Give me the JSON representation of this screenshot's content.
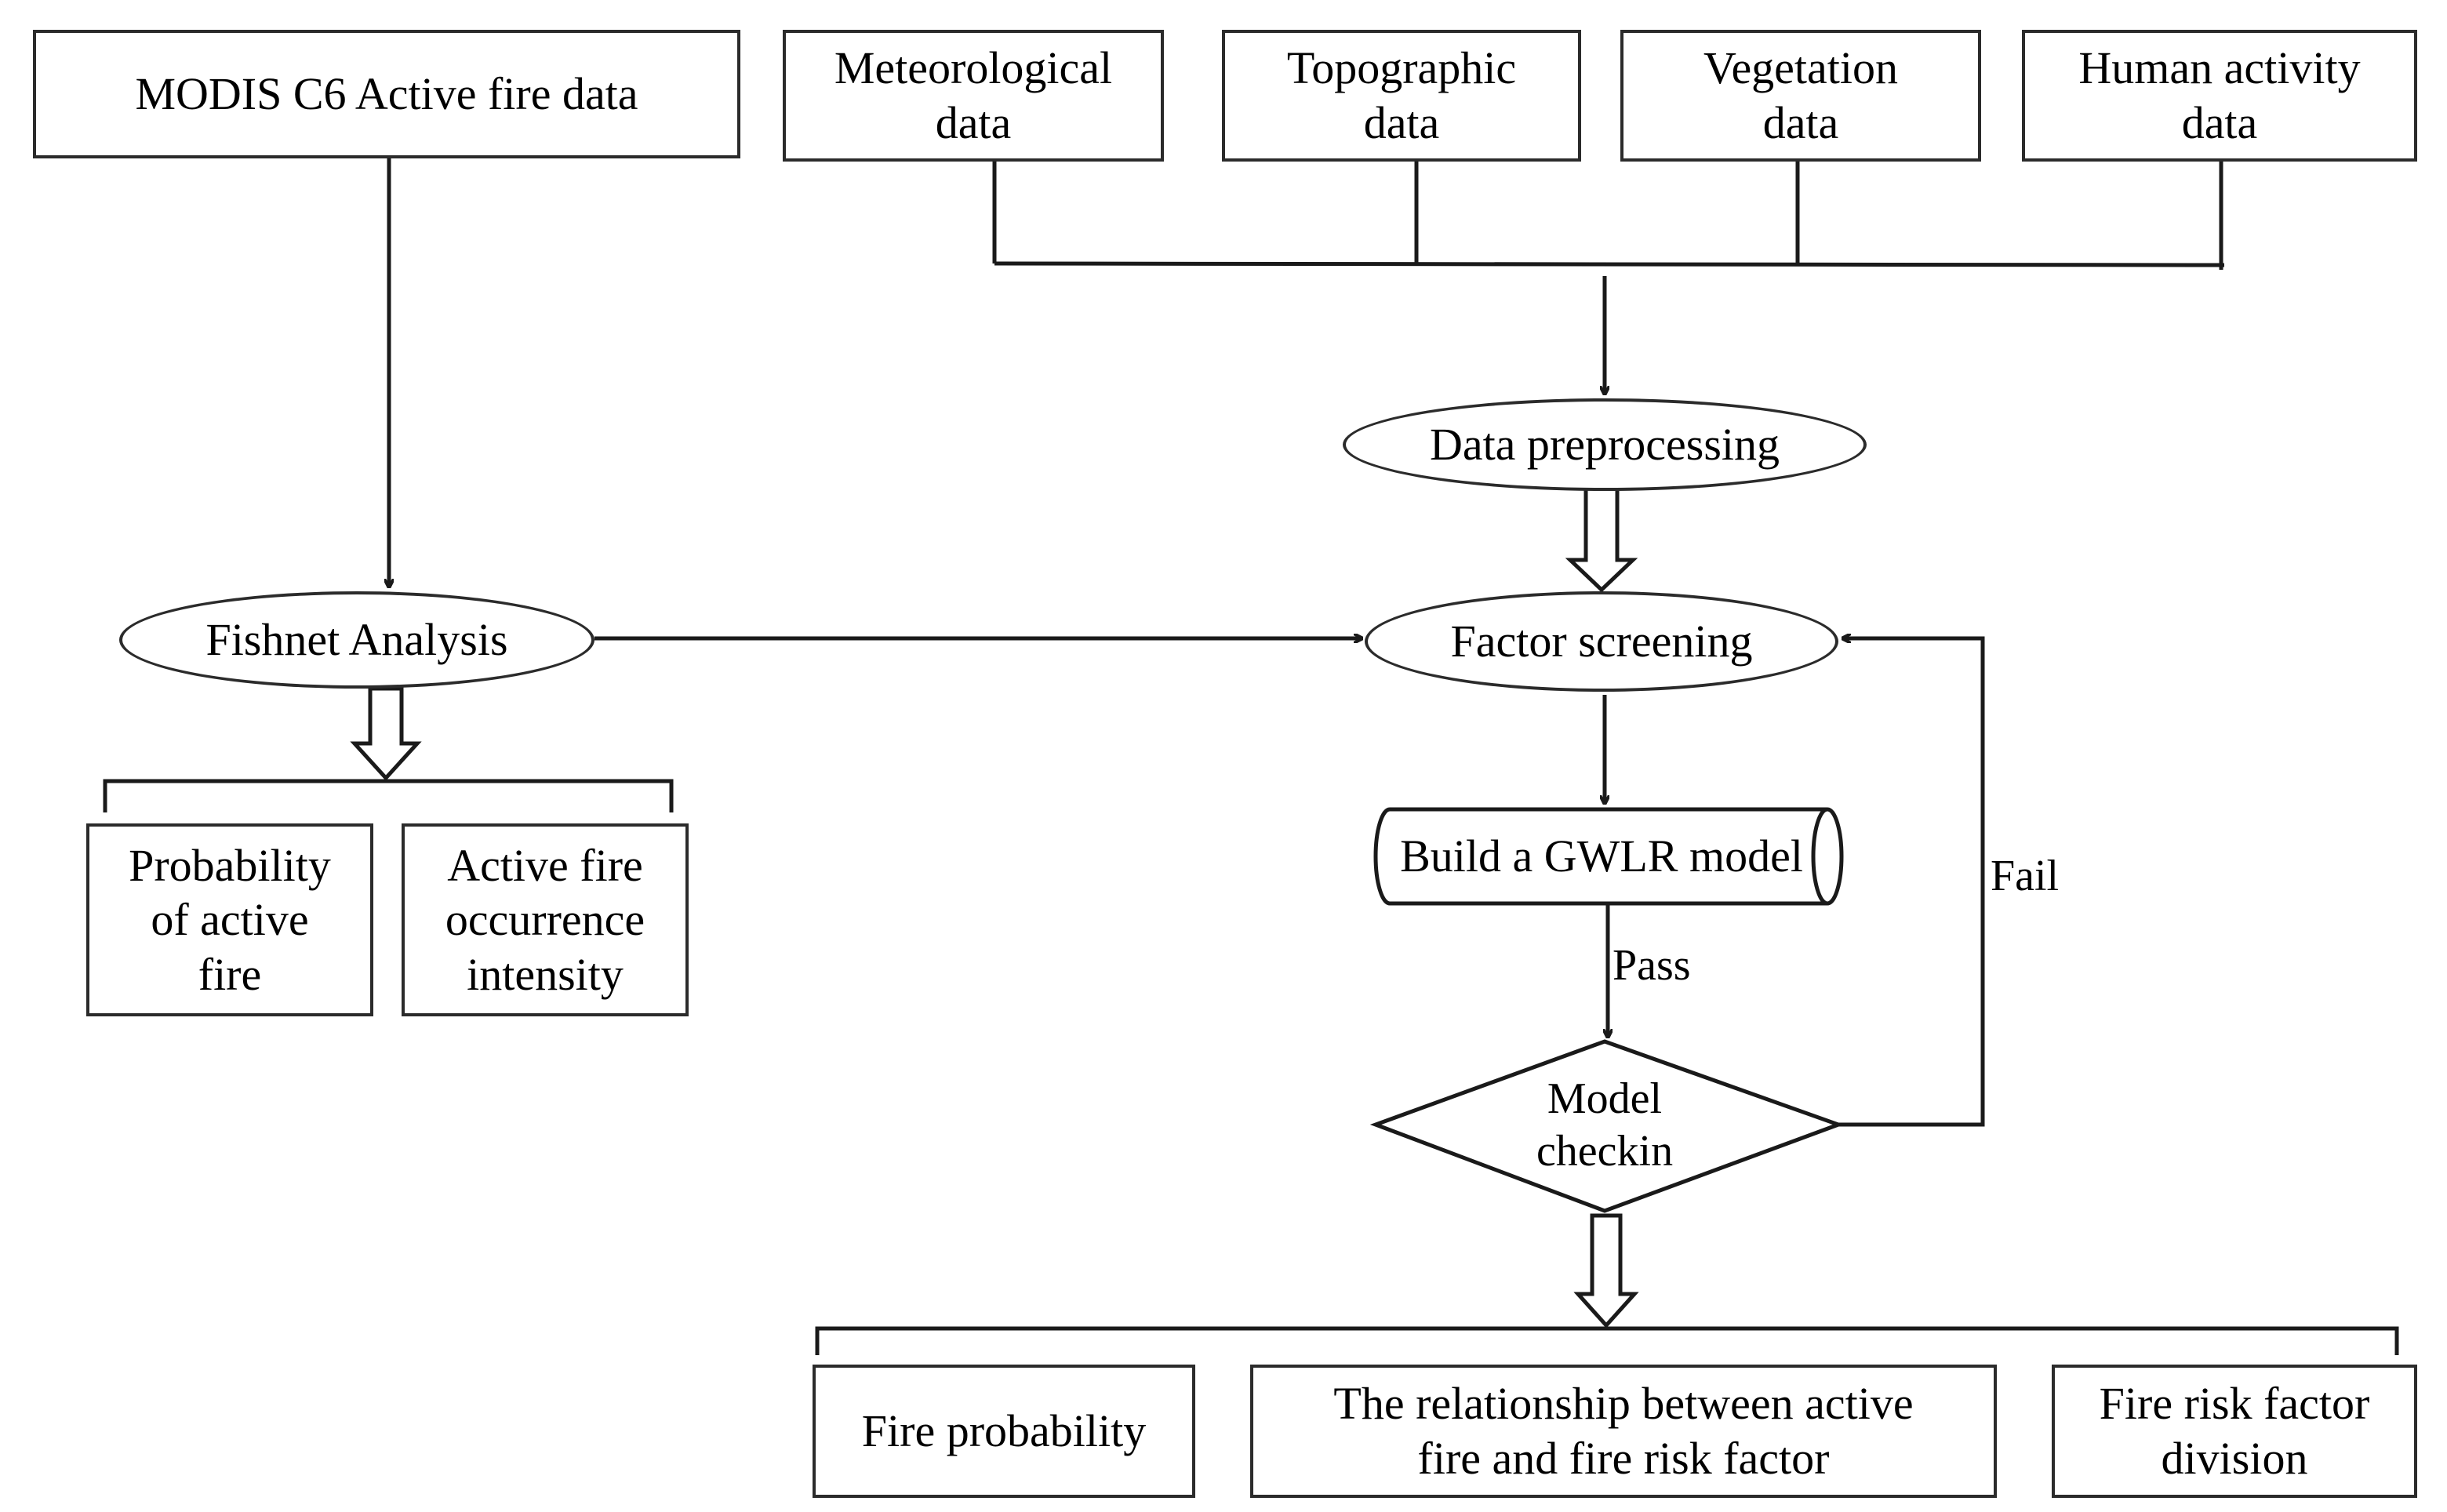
{
  "inputs": {
    "modis": "MODIS C6 Active fire data",
    "meteorological": "Meteorological\ndata",
    "topographic": "Topographic\ndata",
    "vegetation": "Vegetation\ndata",
    "human_activity": "Human activity\ndata"
  },
  "process": {
    "data_preprocessing": "Data preprocessing",
    "fishnet_analysis": "Fishnet Analysis",
    "factor_screening": "Factor screening",
    "build_model": "Build a GWLR model",
    "model_check": "Model\ncheckin"
  },
  "edges": {
    "pass": "Pass",
    "fail": "Fail"
  },
  "fishnet_outputs": {
    "probability": "Probability\nof active\nfire",
    "intensity": "Active fire\noccurrence\nintensity"
  },
  "final_outputs": {
    "fire_probability": "Fire probability",
    "relationship": "The relationship  between active\nfire and fire risk factor",
    "division": "Fire risk factor\ndivision"
  }
}
